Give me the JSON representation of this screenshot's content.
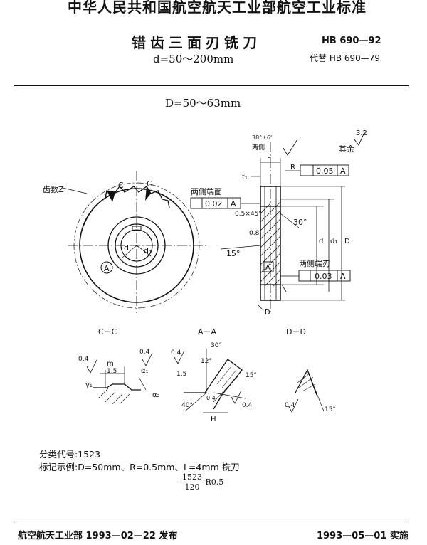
{
  "header": {
    "top_banner": "中华人民共和国航空航天工业部航空工业标准",
    "title": "错齿三面刃铣刀",
    "subtitle": "d=50～200mm",
    "std_no": "HB 690—92",
    "replaces": "代替 HB 690—79"
  },
  "section_title": "D=50～63mm",
  "drawing": {
    "labels": {
      "teeth_count": "齿数Z",
      "c1": "C",
      "c2": "C",
      "circle_a": "A",
      "d": "d",
      "d1": "d₁",
      "both_sides_face": "两侧端面",
      "tol_face": "0.02",
      "tol_datum": "A",
      "tol_edge": "0.03",
      "tol_top": "0.05",
      "both_sides_edge": "两侧端刃",
      "chamfer": "0.5×45°",
      "angle_30": "30°",
      "angle_15": "15°",
      "angle_38": "38°±6'",
      "both_sides": "两侧",
      "rest": "其余",
      "roughness_32": "3.2",
      "roughness_08": "0.8",
      "L": "L",
      "t1": "t₁",
      "R": "R",
      "D_dim": "D",
      "d_dim": "d",
      "d1_dim": "d₁",
      "view_d": "D",
      "section_A": "A"
    },
    "views": {
      "c_c": "C－C",
      "a_a": "A－A",
      "d_d": "D－D"
    },
    "detail_labels": {
      "r04a": "0.4",
      "r04b": "0.4",
      "m": "m",
      "v15": "1.5",
      "alpha1": "α₁",
      "gamma1": "γ₁",
      "alpha2": "α₂",
      "a30": "30°",
      "a12": "12°",
      "a15b": "15°",
      "v15b": "1.5",
      "a40": "40°",
      "r04c": "0.4",
      "r04d": "0.4",
      "r04e": "0.4",
      "H": "H",
      "a15c": "15°",
      "r04f": "0.4"
    }
  },
  "notes": {
    "classification": "分类代号:1523",
    "example": "标记示例:D=50mm、R=0.5mm、L=4mm 铣刀",
    "fraction_num": "1523",
    "fraction_den": "120",
    "fraction_suffix": "R0.5"
  },
  "footer": {
    "issued": "航空航天工业部 1993—02—22 发布",
    "effective": "1993—05—01 实施"
  }
}
